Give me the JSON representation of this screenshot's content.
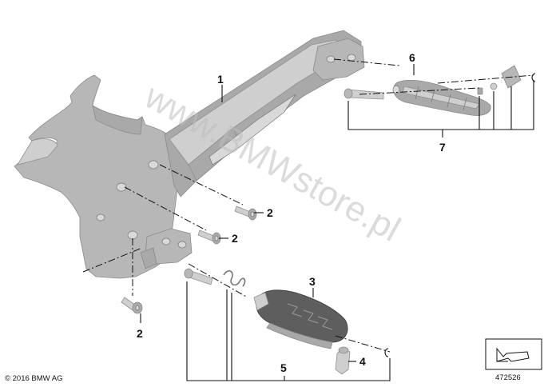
{
  "diagram": {
    "callouts": {
      "frame_bracket": "1",
      "bolt_upper": "2",
      "bolt_middle": "2",
      "bolt_lower": "2",
      "passenger_footpeg": "3",
      "pin": "4",
      "footpeg_set_lower": "5",
      "rider_footpeg": "6",
      "footpeg_set_upper": "7"
    },
    "copyright": "© 2016 BMW AG",
    "figure_number": "472526",
    "watermark": "www.BMWstore.pl"
  }
}
